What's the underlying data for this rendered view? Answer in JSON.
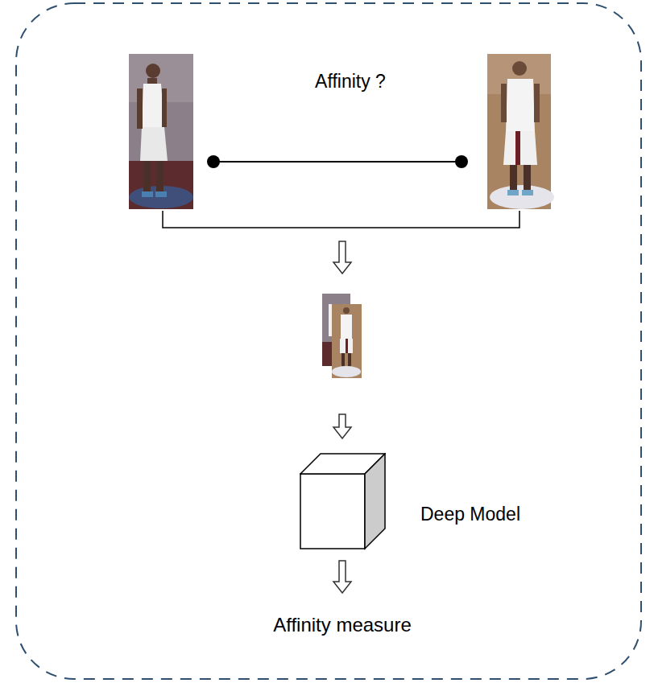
{
  "diagram": {
    "nodes": [
      {
        "text": [
          "Deep Model"
        ]
      }
    ],
    "labels": [
      "Affinity ?",
      "Affinity measure"
    ]
  }
}
